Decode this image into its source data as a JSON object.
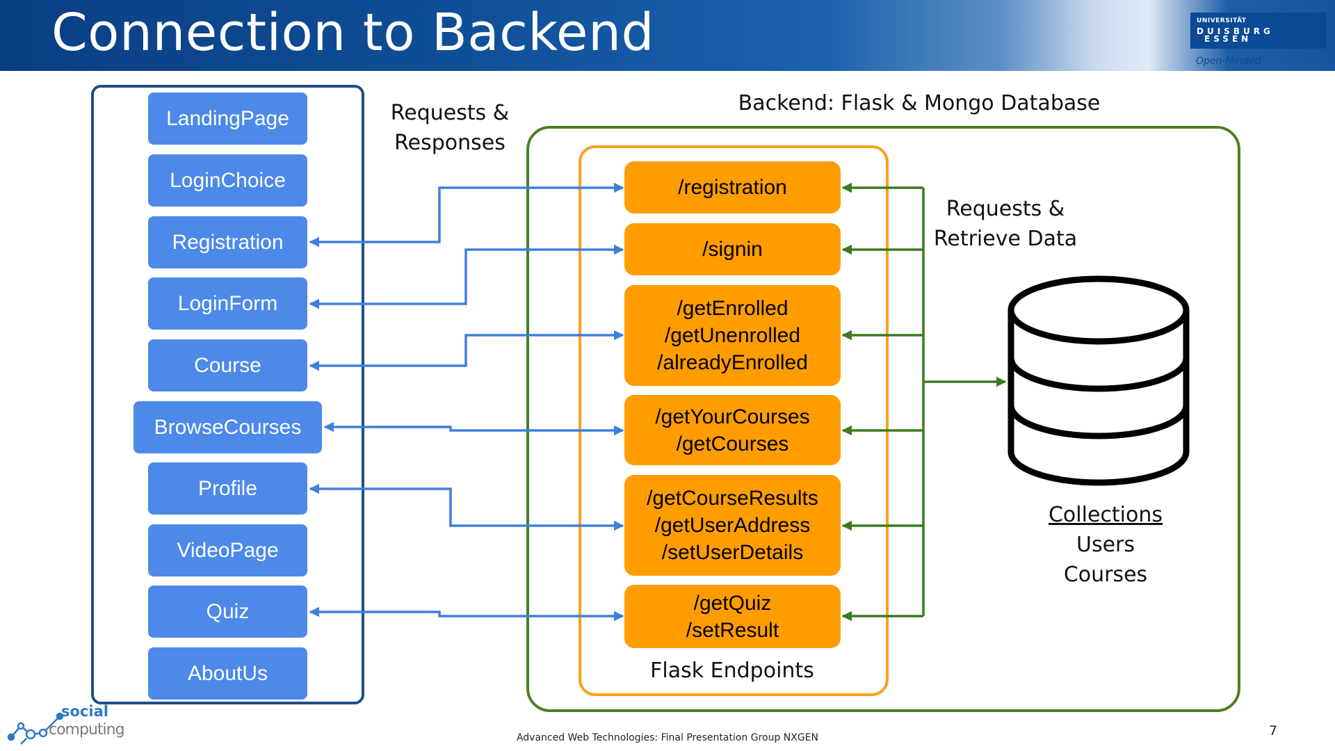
{
  "slide": {
    "title": "Connection to Backend",
    "page_number": "7",
    "footer": "Advanced Web Technologies: Final Presentation Group NXGEN"
  },
  "logo": {
    "university": "UNIVERSITÄT",
    "line1": "DUISBURG",
    "line2": "ESSEN",
    "tagline": "Open-Minded"
  },
  "social_logo": {
    "line1": "social",
    "line2": "computing"
  },
  "frontend": {
    "components": [
      "LandingPage",
      "LoginChoice",
      "Registration",
      "LoginForm",
      "Course",
      "BrowseCourses",
      "Profile",
      "VideoPage",
      "Quiz",
      "AboutUs"
    ]
  },
  "labels": {
    "requests_responses": [
      "Requests &",
      "Responses"
    ],
    "backend_title": "Backend: Flask & Mongo Database",
    "requests_retrieve": [
      "Requests &",
      "Retrieve Data"
    ],
    "flask_endpoints": "Flask Endpoints"
  },
  "endpoints": [
    [
      "/registration"
    ],
    [
      "/signin"
    ],
    [
      "/getEnrolled",
      "/getUnenrolled",
      "/alreadyEnrolled"
    ],
    [
      "/getYourCourses",
      "/getCourses"
    ],
    [
      "/getCourseResults",
      "/getUserAddress",
      "/setUserDetails"
    ],
    [
      "/getQuiz",
      "/setResult"
    ]
  ],
  "database": {
    "title": "Collections",
    "collections": [
      "Users",
      "Courses"
    ]
  },
  "connections": [
    {
      "component": "Registration",
      "endpoint": "/registration"
    },
    {
      "component": "LoginForm",
      "endpoint": "/signin"
    },
    {
      "component": "Course",
      "endpoint": "/getEnrolled"
    },
    {
      "component": "BrowseCourses",
      "endpoint": "/getYourCourses"
    },
    {
      "component": "Profile",
      "endpoint": "/getCourseResults"
    },
    {
      "component": "Quiz",
      "endpoint": "/getQuiz"
    }
  ],
  "colors": {
    "component_fill": "#4c89e9",
    "endpoint_fill": "#ff9d00",
    "frontend_border": "#1d4e87",
    "backend_border": "#4c7e25",
    "endpoints_border": "#f8a11e",
    "frontend_arrow": "#3f7fdc",
    "backend_arrow": "#3c7a22"
  }
}
